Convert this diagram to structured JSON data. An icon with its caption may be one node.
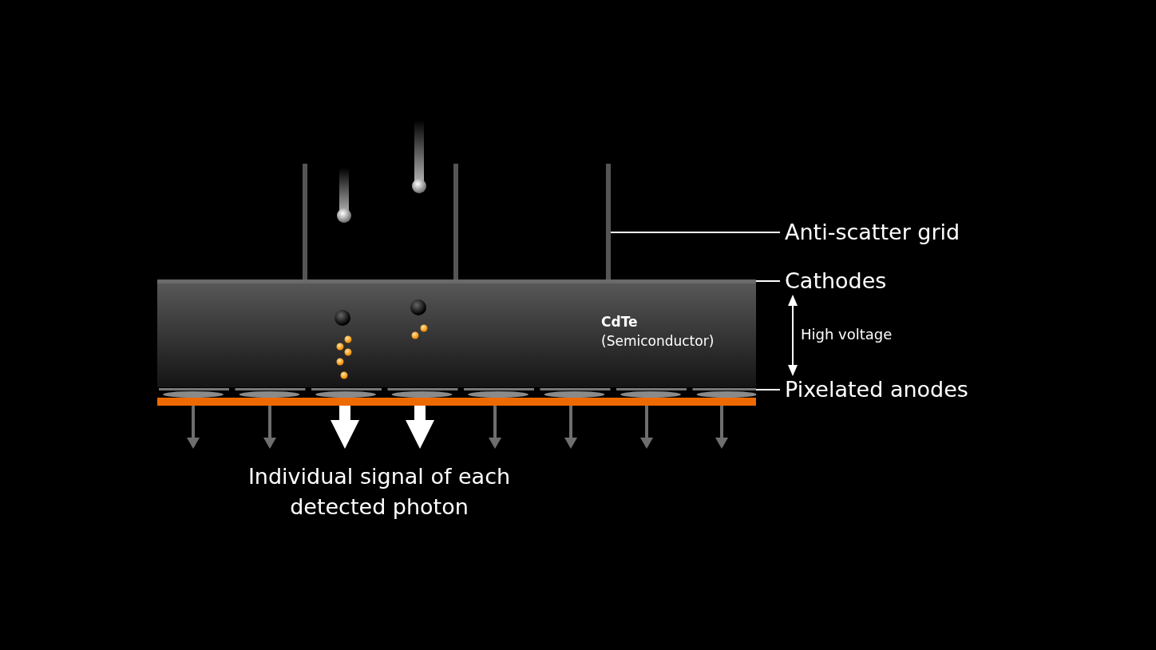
{
  "diagram": {
    "nodes": [
      {
        "text": [
          "Anti-scatter grid"
        ]
      },
      {
        "text": [],
        "shape": "bar"
      },
      {
        "text": [
          "Cathodes"
        ]
      },
      {
        "text": [],
        "shape": "bar"
      },
      {
        "text": [
          "Pixelated anodes"
        ]
      },
      {
        "text": [],
        "shape": "bar"
      },
      {
        "text": [
          "CdTe",
          "(Semiconductor)"
        ]
      }
    ],
    "edges": [
      {
        "from": 0,
        "to": 1,
        "arrow": "none",
        "color": "#ffffff"
      },
      {
        "from": 2,
        "to": 3,
        "arrow": "none",
        "color": "#ffffff"
      },
      {
        "from": 4,
        "to": 5,
        "arrow": "none",
        "color": "#ffffff"
      },
      {
        "from": 2,
        "to": 4,
        "arrow": "both",
        "label": "High voltage",
        "color": "#ffffff"
      },
      {
        "from": 5,
        "to": null,
        "arrow": "to",
        "color": "#6e6e6e"
      },
      {
        "from": 5,
        "to": null,
        "arrow": "to",
        "color": "#6e6e6e"
      },
      {
        "from": 5,
        "to": null,
        "arrow": "to",
        "style": "thick",
        "color": "#ffffff"
      },
      {
        "from": 5,
        "to": null,
        "arrow": "to",
        "style": "thick",
        "color": "#ffffff"
      },
      {
        "from": 5,
        "to": null,
        "arrow": "to",
        "color": "#6e6e6e"
      },
      {
        "from": 5,
        "to": null,
        "arrow": "to",
        "color": "#6e6e6e"
      },
      {
        "from": 5,
        "to": null,
        "arrow": "to",
        "color": "#6e6e6e"
      },
      {
        "from": 5,
        "to": null,
        "arrow": "to",
        "color": "#6e6e6e"
      }
    ],
    "labels": [
      "Individual signal of each detected photon"
    ]
  }
}
